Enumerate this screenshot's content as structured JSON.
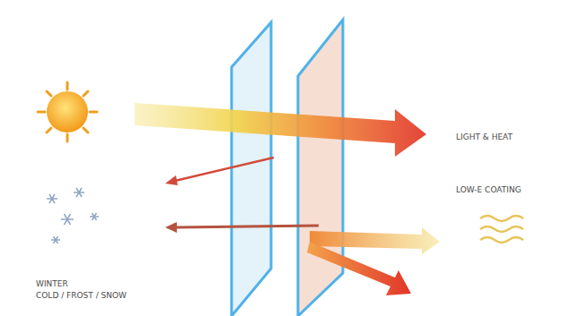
{
  "diagram": {
    "labels": [
      "LIGHT & HEAT",
      "LOW-E COATING",
      "WINTER",
      "COLD / FROST / SNOW"
    ]
  }
}
